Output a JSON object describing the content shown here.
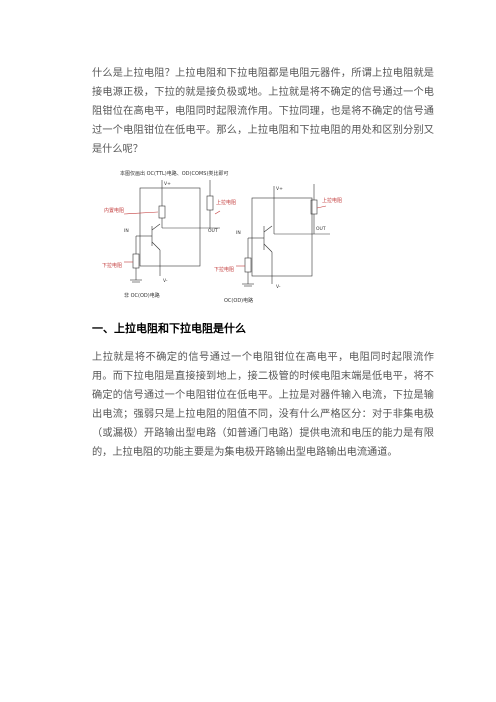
{
  "intro": "什么是上拉电阻？上拉电阻和下拉电阻都是电阻元器件，所谓上拉电阻就是接电源正极，下拉的就是接负极或地。上拉就是将不确定的信号通过一个电阻钳位在高电平，电阻同时起限流作用。下拉同理，也是将不确定的信号通过一个电阻钳位在低电平。那么，上拉电阻和下拉电阻的用处和区别分别又是什么呢？",
  "figure": {
    "caption_top": "本图仅画出 OC(TTL)电路、OD(COMS)类比即可",
    "left": {
      "vplus": "V+",
      "pullup": "上拉电阻",
      "internal": "内置电阻",
      "in": "IN",
      "out": "OUT",
      "pulldown": "下拉电阻",
      "vminus": "V-",
      "caption": "非 OC(OD)电路"
    },
    "right": {
      "vplus": "V+",
      "pullup": "上拉电阻",
      "in": "IN",
      "out": "OUT",
      "pulldown": "下拉电阻",
      "vminus": "V-",
      "caption": "OC(OD)电路"
    }
  },
  "heading": "一、上拉电阻和下拉电阻是什么",
  "body": "上拉就是将不确定的信号通过一个电阻钳位在高电平，电阻同时起限流作用。而下拉电阻是直接接到地上，接二极管的时候电阻末端是低电平，将不确定的信号通过一个电阻钳位在低电平。上拉是对器件输入电流，下拉是输出电流；强弱只是上拉电阻的阻值不同，没有什么严格区分：对于非集电极（或漏极）开路输出型电路（如普通门电路）提供电流和电压的能力是有限的，上拉电阻的功能主要是为集电极开路输出型电路输出电流通道。"
}
